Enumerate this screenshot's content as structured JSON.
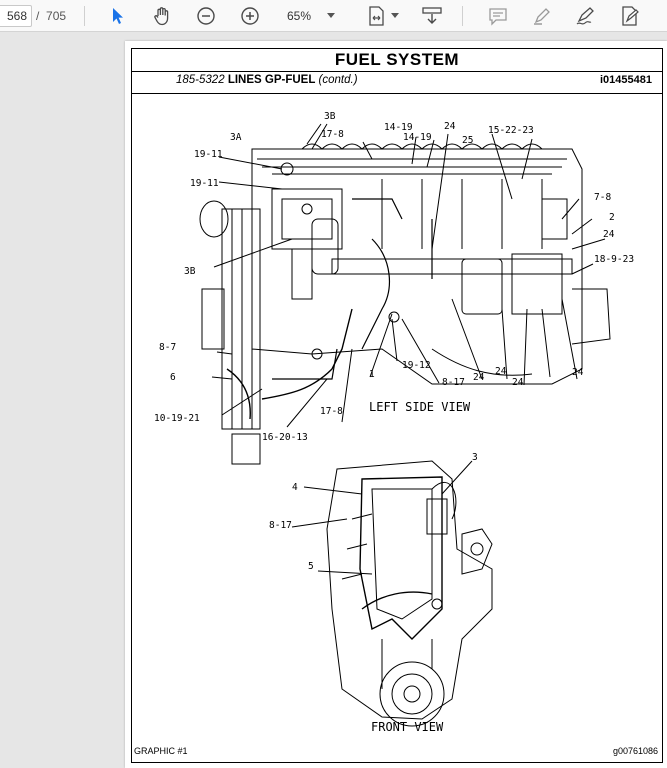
{
  "toolbar": {
    "current_page": "568",
    "page_separator": "/",
    "total_pages": "705",
    "zoom": "65%",
    "icons": [
      "select-arrow-icon",
      "hand-tool-icon",
      "zoom-out-icon",
      "zoom-in-icon",
      "fit-page-icon",
      "scroll-mode-icon",
      "comment-icon",
      "highlight-icon",
      "sign-icon",
      "fill-sign-icon"
    ]
  },
  "document": {
    "title": "FUEL SYSTEM",
    "subtitle_num": "185-5322",
    "subtitle_text": "LINES GP-FUEL",
    "subtitle_cont": "(contd.)",
    "ref_id": "i01455481",
    "view1_caption": "LEFT SIDE VIEW",
    "view2_caption": "FRONT VIEW",
    "footer_left": "GRAPHIC #1",
    "footer_right": "g00761086",
    "callouts_left_view": [
      "3B",
      "3A",
      "17-8",
      "14-19",
      "14-19",
      "24",
      "15-22-23",
      "19-11",
      "19-11",
      "25",
      "7-8",
      "2",
      "24",
      "18-9-23",
      "3B",
      "8-7",
      "6",
      "10-19-21",
      "16-20-13",
      "17-8",
      "1",
      "19-12",
      "8-17",
      "24",
      "24",
      "24",
      "24"
    ],
    "callouts_front_view": [
      "3",
      "4",
      "8-17",
      "5"
    ]
  }
}
